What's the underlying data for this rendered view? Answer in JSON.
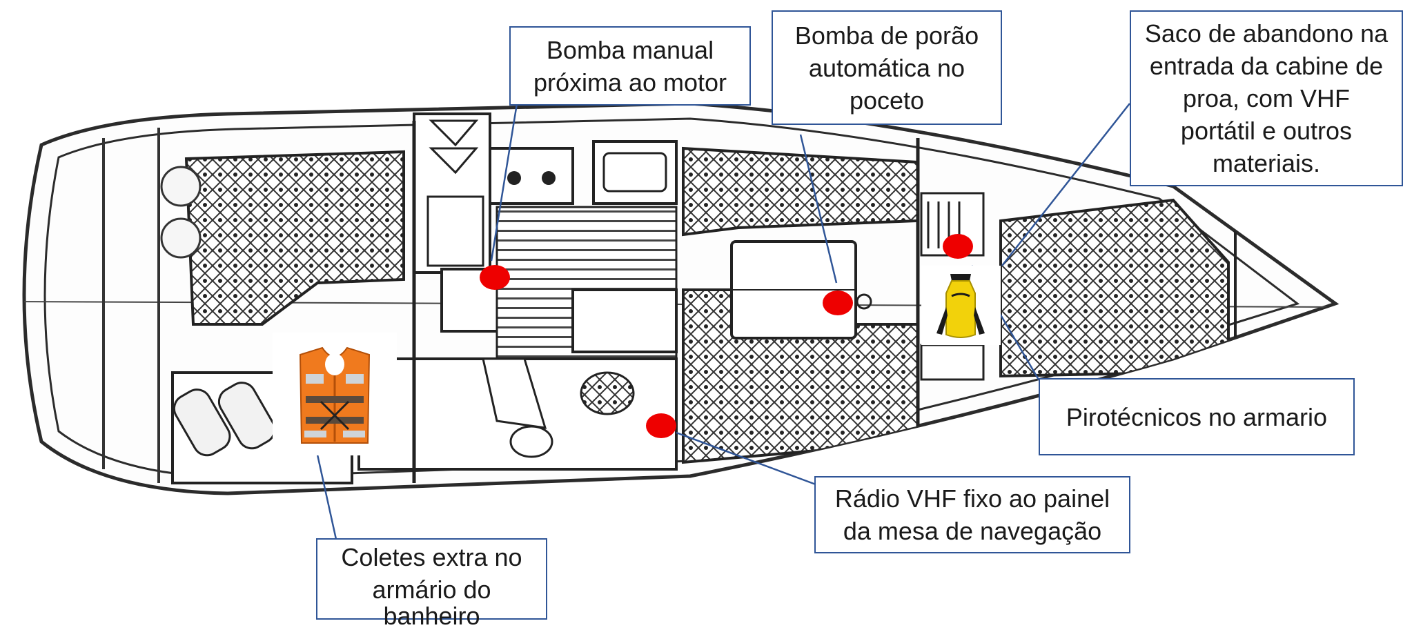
{
  "diagram": {
    "colors": {
      "callout_border": "#2f5597",
      "leader_line": "#2f5597",
      "marker": "#ee0000",
      "life_jacket": "#f07a1e",
      "dry_bag": "#f2d20b",
      "hull_line": "#2b2b2b"
    },
    "callouts": {
      "manual_pump": [
        "Bomba manual",
        "próxima ao motor"
      ],
      "bilge_pump": [
        "Bomba de porão",
        "automática no",
        "poceto"
      ],
      "grab_bag": [
        "Saco de abandono na",
        "entrada da cabine de",
        "proa, com VHF",
        "portátil e outros",
        "materiais."
      ],
      "pyrotechnics": [
        "Pirotécnicos no armario"
      ],
      "vhf_radio": [
        "Rádio VHF fixo ao painel",
        "da mesa de navegação"
      ],
      "life_vests": [
        "Coletes extra no",
        "armário do",
        "banheiro"
      ]
    },
    "icons": {
      "life_jacket": "life-jacket-icon",
      "dry_bag": "dry-bag-icon"
    }
  }
}
